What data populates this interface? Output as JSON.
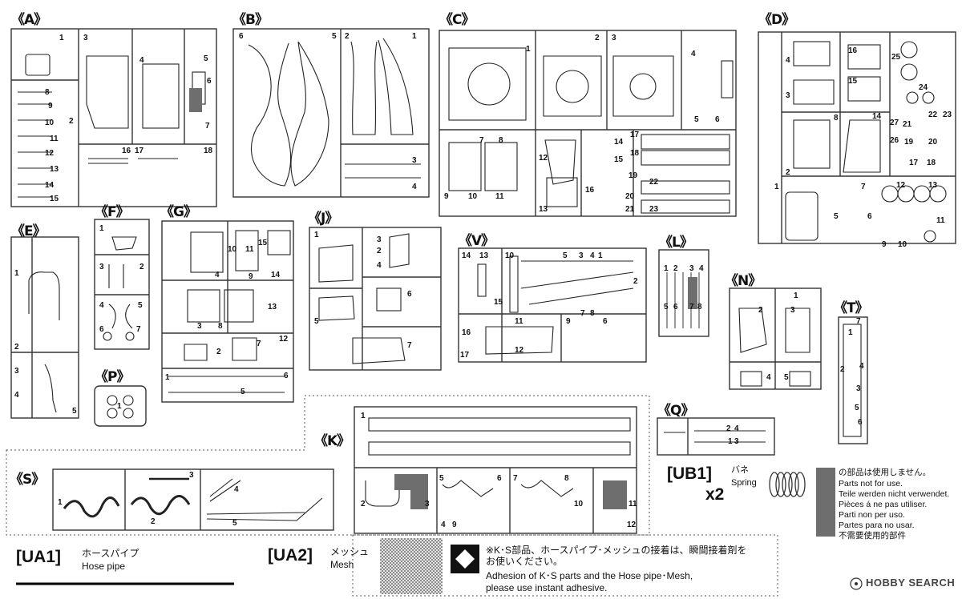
{
  "sprues": [
    {
      "label": "《A》",
      "parts": [
        "1",
        "2",
        "3",
        "4",
        "5",
        "6",
        "7",
        "8",
        "9",
        "10",
        "11",
        "12",
        "13",
        "14",
        "15",
        "16",
        "17",
        "18"
      ]
    },
    {
      "label": "《B》",
      "parts": [
        "1",
        "2",
        "3",
        "4",
        "5",
        "6"
      ]
    },
    {
      "label": "《C》",
      "parts": [
        "1",
        "2",
        "3",
        "4",
        "5",
        "6",
        "7",
        "8",
        "9",
        "10",
        "11",
        "12",
        "13",
        "14",
        "15",
        "16",
        "17",
        "18",
        "19",
        "20",
        "21",
        "22",
        "23"
      ]
    },
    {
      "label": "《D》",
      "parts": [
        "1",
        "2",
        "3",
        "4",
        "5",
        "6",
        "7",
        "8",
        "9",
        "10",
        "11",
        "12",
        "13",
        "14",
        "15",
        "16",
        "17",
        "18",
        "19",
        "20",
        "21",
        "22",
        "23",
        "24",
        "25",
        "26",
        "27"
      ]
    },
    {
      "label": "《E》",
      "parts": [
        "1",
        "2",
        "3",
        "4",
        "5"
      ]
    },
    {
      "label": "《F》",
      "parts": [
        "1",
        "2",
        "3",
        "4",
        "5",
        "6",
        "7"
      ]
    },
    {
      "label": "《G》",
      "parts": [
        "1",
        "2",
        "3",
        "4",
        "5",
        "6",
        "7",
        "8",
        "9",
        "10",
        "11",
        "12",
        "13",
        "14",
        "15"
      ]
    },
    {
      "label": "《J》",
      "parts": [
        "1",
        "2",
        "3",
        "4",
        "5",
        "6",
        "7"
      ]
    },
    {
      "label": "《V》",
      "parts": [
        "1",
        "2",
        "3",
        "4",
        "5",
        "6",
        "7",
        "8",
        "9",
        "10",
        "11",
        "12",
        "13",
        "14",
        "15",
        "16",
        "17"
      ]
    },
    {
      "label": "《L》",
      "parts": [
        "1",
        "2",
        "3",
        "4",
        "5",
        "6",
        "7",
        "8"
      ]
    },
    {
      "label": "《N》",
      "parts": [
        "1",
        "2",
        "3",
        "4",
        "5"
      ]
    },
    {
      "label": "《T》",
      "parts": [
        "1",
        "2",
        "3",
        "4",
        "5",
        "6",
        "7"
      ]
    },
    {
      "label": "《P》",
      "parts": [
        "1"
      ]
    },
    {
      "label": "《Q》",
      "parts": [
        "1",
        "2",
        "3",
        "4"
      ]
    },
    {
      "label": "《K》",
      "parts": [
        "1",
        "2",
        "3",
        "4",
        "5",
        "6",
        "7",
        "8",
        "9",
        "10",
        "11",
        "12"
      ]
    },
    {
      "label": "《S》",
      "parts": [
        "1",
        "2",
        "3",
        "4",
        "5"
      ]
    }
  ],
  "extras": {
    "ua1": {
      "code": "[UA1]",
      "jp": "ホースパイプ",
      "en": "Hose pipe"
    },
    "ua2": {
      "code": "[UA2]",
      "jp": "メッシュ",
      "en": "Mesh"
    },
    "ub1": {
      "code": "[UB1]",
      "jp": "バネ",
      "en": "Spring",
      "qty": "x2"
    }
  },
  "notice": {
    "lines": [
      "※K･S部品、ホースパイプ･メッシュの接着は、瞬間接着剤を",
      "お使いください。",
      "Adhesion of K･S parts and the Hose pipe･Mesh,",
      "please use instant adhesive."
    ]
  },
  "legend": {
    "lines": [
      "の部品は使用しません。",
      "Parts not for use.",
      "Teile werden nicht verwendet.",
      "Pièces á ne pas utiliser.",
      "Parti non per uso.",
      "Partes para no usar.",
      "不需要使用的部件"
    ]
  },
  "watermark": "HOBBY SEARCH",
  "colors": {
    "unused": "#6e6e6e",
    "line": "#222222"
  }
}
